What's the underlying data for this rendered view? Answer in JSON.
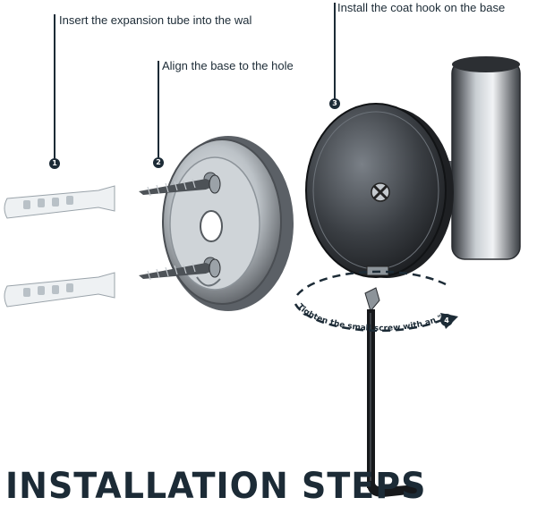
{
  "steps": [
    {
      "number": "1",
      "text": "Insert the expansion tube into the wal"
    },
    {
      "number": "2",
      "text": "Align the base to the hole"
    },
    {
      "number": "3",
      "text": "Install the coat hook on the base"
    },
    {
      "number": "4",
      "text": "Tighten the small screw with an \"L\" hex wrench"
    }
  ],
  "title": "INSTALLATION STEPS",
  "colors": {
    "navy": "#1c2b36",
    "metal_dark": "#2a2d31",
    "metal_light": "#d9dde1",
    "plastic": "#eef1f3"
  }
}
